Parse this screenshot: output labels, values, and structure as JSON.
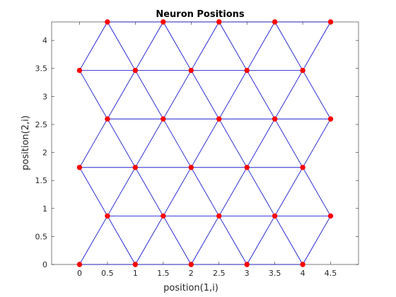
{
  "chart_data": {
    "type": "scatter",
    "title": "Neuron Positions",
    "xlabel": "position(1,i)",
    "ylabel": "position(2,i)",
    "xlim": [
      -0.5,
      5.0
    ],
    "ylim": [
      0,
      4.33
    ],
    "xticks": [
      "0",
      "0.5",
      "1",
      "1.5",
      "2",
      "2.5",
      "3",
      "3.5",
      "4",
      "4.5"
    ],
    "yticks": [
      "0",
      "0.5",
      "1",
      "1.5",
      "2",
      "2.5",
      "3",
      "3.5",
      "4"
    ],
    "grid": false,
    "legend": "none",
    "topology": "hexagonal",
    "line_color": "#0000cc",
    "point_color": "#ff0000",
    "series": [
      {
        "x": [
          0,
          1,
          2,
          3,
          4,
          0.5,
          1.5,
          2.5,
          3.5,
          4.5,
          0,
          1,
          2,
          3,
          4,
          0.5,
          1.5,
          2.5,
          3.5,
          4.5,
          0,
          1,
          2,
          3,
          4,
          0.5,
          1.5,
          2.5,
          3.5,
          4.5
        ],
        "y": [
          0,
          0,
          0,
          0,
          0,
          0.866,
          0.866,
          0.866,
          0.866,
          0.866,
          1.732,
          1.732,
          1.732,
          1.732,
          1.732,
          2.598,
          2.598,
          2.598,
          2.598,
          2.598,
          3.464,
          3.464,
          3.464,
          3.464,
          3.464,
          4.33,
          4.33,
          4.33,
          4.33,
          4.33
        ]
      }
    ]
  }
}
